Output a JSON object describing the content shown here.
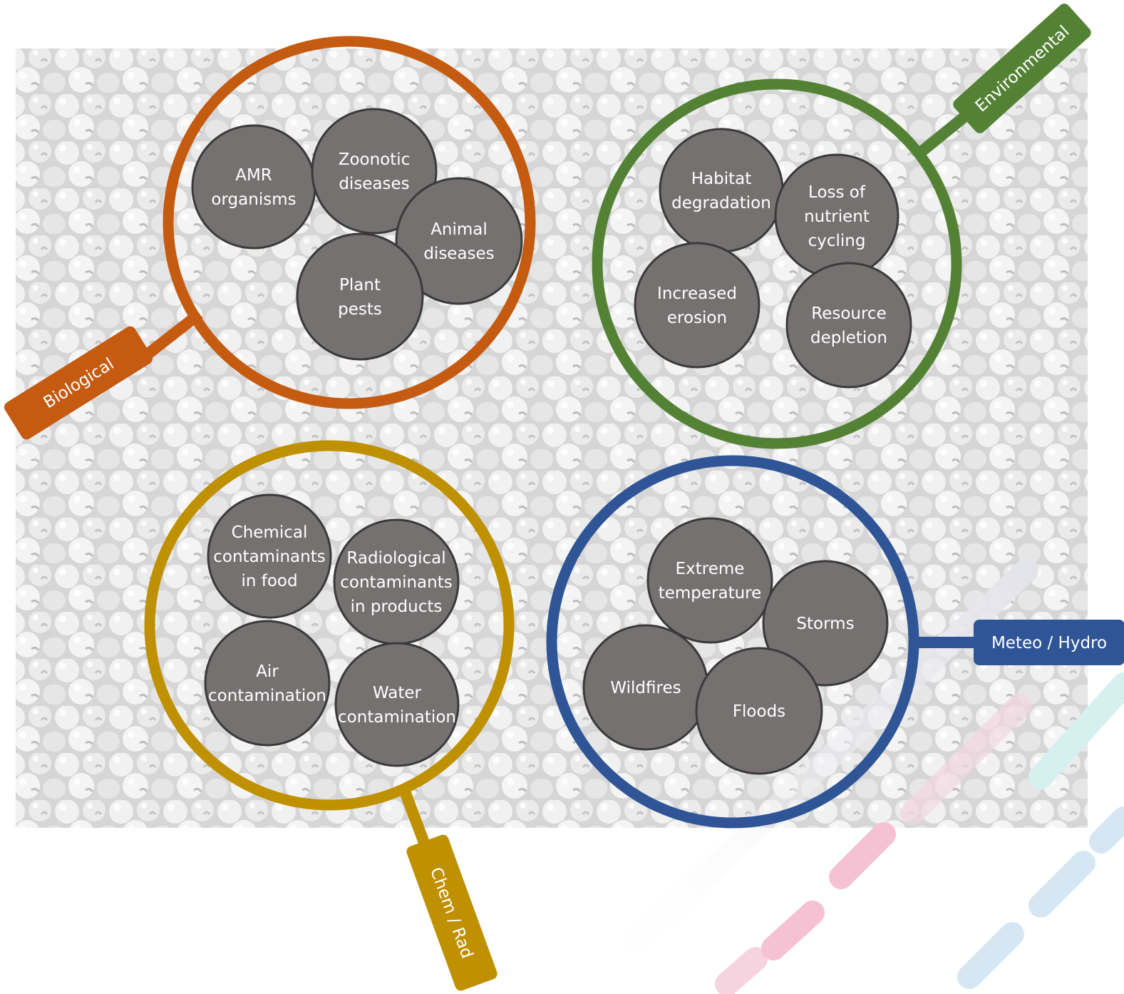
{
  "groups": [
    {
      "id": "biological",
      "label": "Biological",
      "color": "#c55a11",
      "items": [
        {
          "lines": [
            "AMR",
            "organisms"
          ]
        },
        {
          "lines": [
            "Zoonotic",
            "diseases"
          ]
        },
        {
          "lines": [
            "Animal",
            "diseases"
          ]
        },
        {
          "lines": [
            "Plant",
            "pests"
          ]
        }
      ]
    },
    {
      "id": "environmental",
      "label": "Environmental",
      "color": "#548235",
      "items": [
        {
          "lines": [
            "Habitat",
            "degradation"
          ]
        },
        {
          "lines": [
            "Loss of",
            "nutrient",
            "cycling"
          ]
        },
        {
          "lines": [
            "Increased",
            "erosion"
          ]
        },
        {
          "lines": [
            "Resource",
            "depletion"
          ]
        }
      ]
    },
    {
      "id": "chem-rad",
      "label": "Chem / Rad",
      "color": "#bf9000",
      "items": [
        {
          "lines": [
            "Chemical",
            "contaminants",
            "in food"
          ]
        },
        {
          "lines": [
            "Radiological",
            "contaminants",
            "in products"
          ]
        },
        {
          "lines": [
            "Air",
            "contamination"
          ]
        },
        {
          "lines": [
            "Water",
            "contamination"
          ]
        }
      ]
    },
    {
      "id": "meteo-hydro",
      "label": "Meteo / Hydro",
      "color": "#2f5597",
      "items": [
        {
          "lines": [
            "Extreme",
            "temperature"
          ]
        },
        {
          "lines": [
            "Storms"
          ]
        },
        {
          "lines": [
            "Wildfires"
          ]
        },
        {
          "lines": [
            "Floods"
          ]
        }
      ]
    }
  ],
  "bubble_color": "#767171"
}
